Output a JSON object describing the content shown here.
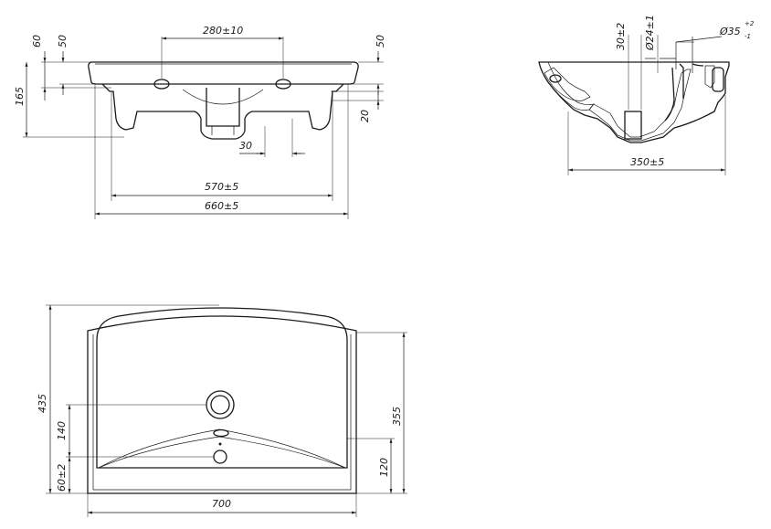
{
  "drawing": {
    "front_view": {
      "dims": {
        "hole_spacing": "280±10",
        "height_60": "60",
        "height_50_left": "50",
        "height_50_right": "50",
        "height_165": "165",
        "height_20": "20",
        "drain_30": "30",
        "inner_width": "570±5",
        "outer_width": "660±5"
      }
    },
    "side_view": {
      "dims": {
        "tap_hole_offset": "30±2",
        "tap_hole_dia": "Ø24±1",
        "overflow_dia": "Ø35",
        "overflow_tol_upper": "+2",
        "overflow_tol_lower": "-1",
        "depth": "350±5"
      }
    },
    "top_view": {
      "dims": {
        "depth_435": "435",
        "drain_140": "140",
        "edge_60": "60±2",
        "depth_355": "355",
        "depth_120": "120",
        "width_700": "700"
      }
    }
  }
}
